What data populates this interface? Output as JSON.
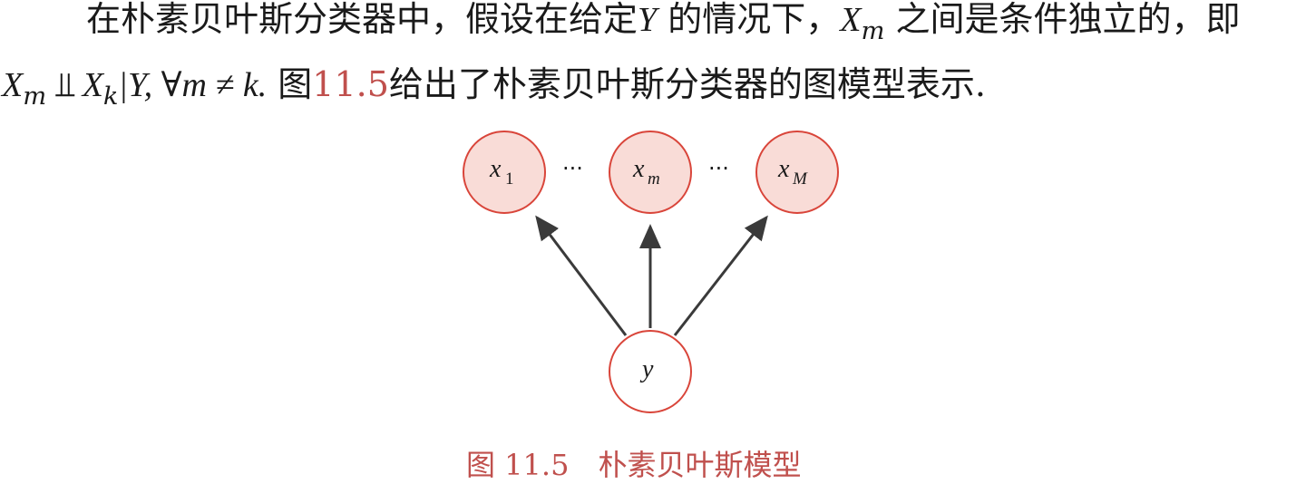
{
  "paragraph": {
    "line1": {
      "part_a": "在朴素贝叶斯分类器中，假设在给定",
      "var_y": "Y",
      "part_b": " 的情况下，",
      "var_x": "X",
      "var_x_sub": "m",
      "part_c": " 之间是条件独立的，即"
    },
    "line2": {
      "x1": "X",
      "x1_sub": "m",
      "indep": " ⫫ ",
      "x2": "X",
      "x2_sub": "k",
      "rest_math": "|Y, ∀m ≠ k.",
      "part_a": " 图",
      "ref": "11.5",
      "part_b": "给出了朴素贝叶斯分类器的图模型表示."
    }
  },
  "figure": {
    "nodes": [
      {
        "id": "x1",
        "label": "x",
        "sub": "1"
      },
      {
        "id": "xm",
        "label": "x",
        "sub": "m"
      },
      {
        "id": "xM",
        "label": "x",
        "sub": "M"
      },
      {
        "id": "y",
        "label": "y",
        "sub": ""
      }
    ],
    "ellipsis": "···",
    "caption_number": "图 11.5",
    "caption_title": "朴素贝叶斯模型"
  },
  "colors": {
    "accent": "#c0504d",
    "node_stroke": "#d9453a",
    "node_fill": "#f9dcd7",
    "edge": "#3a3a3a"
  }
}
